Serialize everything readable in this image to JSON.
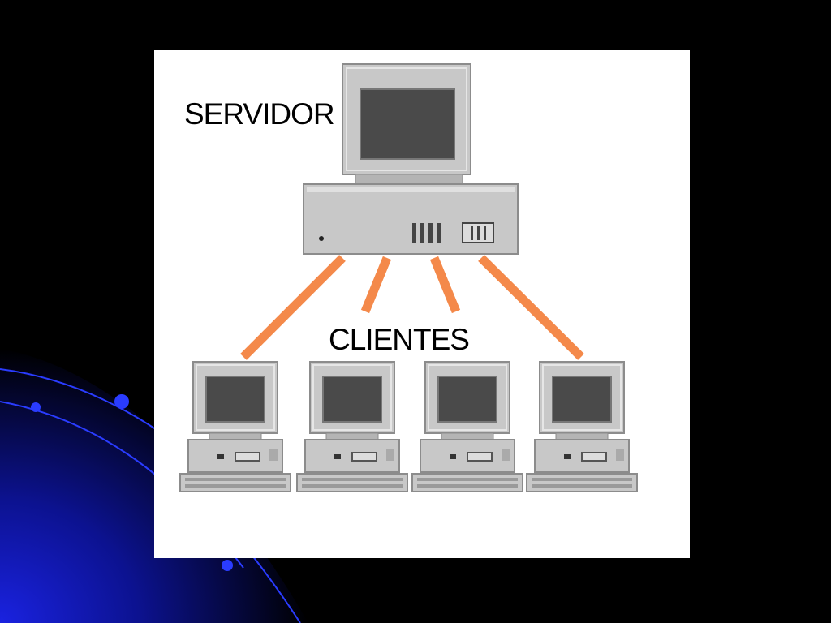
{
  "diagram": {
    "server": {
      "label": "SERVIDOR"
    },
    "clients": {
      "label": "CLIENTES",
      "count": 4
    },
    "connections": 4
  },
  "colors": {
    "background": "#000000",
    "panel": "#ffffff",
    "link": "#f4894a",
    "computer_body": "#c8c8c8",
    "screen": "#4a4a4a",
    "accent_blue": "#1a2ad8"
  },
  "icons": [
    "server-computer-icon",
    "client-computer-icon",
    "connection-line"
  ]
}
